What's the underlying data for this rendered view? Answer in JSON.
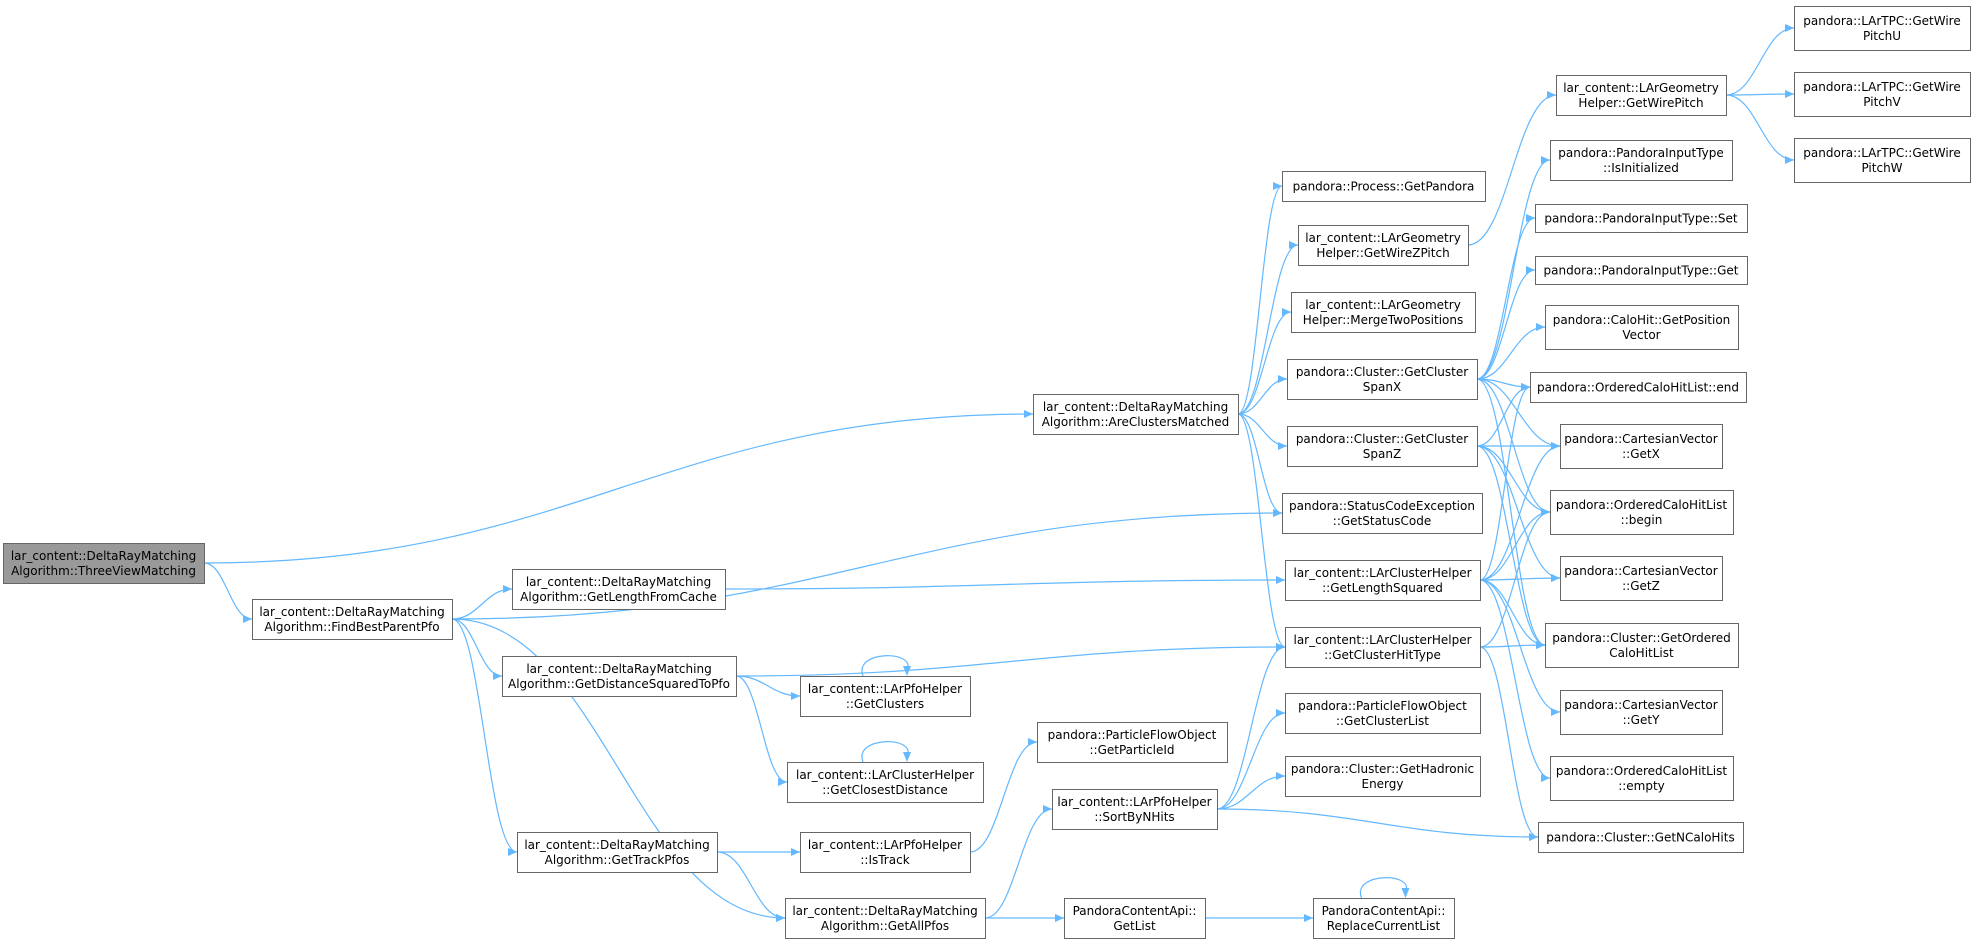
{
  "graph": {
    "title": "",
    "nodes": [
      {
        "id": "n_threeview",
        "lines": [
          "lar_content::DeltaRayMatching",
          "Algorithm::ThreeViewMatching"
        ],
        "root": true
      },
      {
        "id": "n_arematched",
        "lines": [
          "lar_content::DeltaRayMatching",
          "Algorithm::AreClustersMatched"
        ]
      },
      {
        "id": "n_findbest",
        "lines": [
          "lar_content::DeltaRayMatching",
          "Algorithm::FindBestParentPfo"
        ]
      },
      {
        "id": "n_lencache",
        "lines": [
          "lar_content::DeltaRayMatching",
          "Algorithm::GetLengthFromCache"
        ]
      },
      {
        "id": "n_distsq",
        "lines": [
          "lar_content::DeltaRayMatching",
          "Algorithm::GetDistanceSquaredToPfo"
        ]
      },
      {
        "id": "n_trackpfos",
        "lines": [
          "lar_content::DeltaRayMatching",
          "Algorithm::GetTrackPfos"
        ]
      },
      {
        "id": "n_allpfos",
        "lines": [
          "lar_content::DeltaRayMatching",
          "Algorithm::GetAllPfos"
        ]
      },
      {
        "id": "n_pfoclusters",
        "lines": [
          "lar_content::LArPfoHelper",
          "::GetClusters"
        ]
      },
      {
        "id": "n_closest",
        "lines": [
          "lar_content::LArClusterHelper",
          "::GetClosestDistance"
        ]
      },
      {
        "id": "n_istrack",
        "lines": [
          "lar_content::LArPfoHelper",
          "::IsTrack"
        ]
      },
      {
        "id": "n_getpandora",
        "lines": [
          "pandora::Process::GetPandora"
        ]
      },
      {
        "id": "n_wirezpitch",
        "lines": [
          "lar_content::LArGeometry",
          "Helper::GetWireZPitch"
        ]
      },
      {
        "id": "n_mergetwo",
        "lines": [
          "lar_content::LArGeometry",
          "Helper::MergeTwoPositions"
        ]
      },
      {
        "id": "n_spanx",
        "lines": [
          "pandora::Cluster::GetCluster",
          "SpanX"
        ]
      },
      {
        "id": "n_spanz",
        "lines": [
          "pandora::Cluster::GetCluster",
          "SpanZ"
        ]
      },
      {
        "id": "n_statuscode",
        "lines": [
          "pandora::StatusCodeException",
          "::GetStatusCode"
        ]
      },
      {
        "id": "n_lensq",
        "lines": [
          "lar_content::LArClusterHelper",
          "::GetLengthSquared"
        ]
      },
      {
        "id": "n_hittype",
        "lines": [
          "lar_content::LArClusterHelper",
          "::GetClusterHitType"
        ]
      },
      {
        "id": "n_particleid",
        "lines": [
          "pandora::ParticleFlowObject",
          "::GetParticleId"
        ]
      },
      {
        "id": "n_sortbyn",
        "lines": [
          "lar_content::LArPfoHelper",
          "::SortByNHits"
        ]
      },
      {
        "id": "n_pfoclusterlist",
        "lines": [
          "pandora::ParticleFlowObject",
          "::GetClusterList"
        ]
      },
      {
        "id": "n_hadronic",
        "lines": [
          "pandora::Cluster::GetHadronic",
          "Energy"
        ]
      },
      {
        "id": "n_getlist",
        "lines": [
          "PandoraContentApi::",
          "GetList"
        ]
      },
      {
        "id": "n_replacelist",
        "lines": [
          "PandoraContentApi::",
          "ReplaceCurrentList"
        ]
      },
      {
        "id": "n_wirepitch",
        "lines": [
          "lar_content::LArGeometry",
          "Helper::GetWirePitch"
        ]
      },
      {
        "id": "n_isinit",
        "lines": [
          "pandora::PandoraInputType",
          "::IsInitialized"
        ]
      },
      {
        "id": "n_inputset",
        "lines": [
          "pandora::PandoraInputType::Set"
        ]
      },
      {
        "id": "n_inputget",
        "lines": [
          "pandora::PandoraInputType::Get"
        ]
      },
      {
        "id": "n_posvec",
        "lines": [
          "pandora::CaloHit::GetPosition",
          "Vector"
        ]
      },
      {
        "id": "n_ochend",
        "lines": [
          "pandora::OrderedCaloHitList::end"
        ]
      },
      {
        "id": "n_getx",
        "lines": [
          "pandora::CartesianVector",
          "::GetX"
        ]
      },
      {
        "id": "n_ochbegin",
        "lines": [
          "pandora::OrderedCaloHitList",
          "::begin"
        ]
      },
      {
        "id": "n_getz",
        "lines": [
          "pandora::CartesianVector",
          "::GetZ"
        ]
      },
      {
        "id": "n_orderedlist",
        "lines": [
          "pandora::Cluster::GetOrdered",
          "CaloHitList"
        ]
      },
      {
        "id": "n_gety",
        "lines": [
          "pandora::CartesianVector",
          "::GetY"
        ]
      },
      {
        "id": "n_ochempty",
        "lines": [
          "pandora::OrderedCaloHitList",
          "::empty"
        ]
      },
      {
        "id": "n_ncalohits",
        "lines": [
          "pandora::Cluster::GetNCaloHits"
        ]
      },
      {
        "id": "n_pitchu",
        "lines": [
          "pandora::LArTPC::GetWire",
          "PitchU"
        ]
      },
      {
        "id": "n_pitchv",
        "lines": [
          "pandora::LArTPC::GetWire",
          "PitchV"
        ]
      },
      {
        "id": "n_pitchw",
        "lines": [
          "pandora::LArTPC::GetWire",
          "PitchW"
        ]
      }
    ],
    "edges": [
      [
        "n_threeview",
        "n_arematched"
      ],
      [
        "n_threeview",
        "n_findbest"
      ],
      [
        "n_findbest",
        "n_statuscode"
      ],
      [
        "n_findbest",
        "n_lencache"
      ],
      [
        "n_findbest",
        "n_distsq"
      ],
      [
        "n_findbest",
        "n_trackpfos"
      ],
      [
        "n_findbest",
        "n_allpfos"
      ],
      [
        "n_lencache",
        "n_lensq"
      ],
      [
        "n_distsq",
        "n_hittype"
      ],
      [
        "n_distsq",
        "n_pfoclusters"
      ],
      [
        "n_distsq",
        "n_closest"
      ],
      [
        "n_pfoclusters",
        "n_pfoclusters"
      ],
      [
        "n_closest",
        "n_closest"
      ],
      [
        "n_trackpfos",
        "n_istrack"
      ],
      [
        "n_trackpfos",
        "n_allpfos"
      ],
      [
        "n_istrack",
        "n_particleid"
      ],
      [
        "n_allpfos",
        "n_sortbyn"
      ],
      [
        "n_allpfos",
        "n_getlist"
      ],
      [
        "n_getlist",
        "n_replacelist"
      ],
      [
        "n_replacelist",
        "n_replacelist"
      ],
      [
        "n_arematched",
        "n_getpandora"
      ],
      [
        "n_arematched",
        "n_wirezpitch"
      ],
      [
        "n_arematched",
        "n_mergetwo"
      ],
      [
        "n_arematched",
        "n_spanx"
      ],
      [
        "n_arematched",
        "n_spanz"
      ],
      [
        "n_arematched",
        "n_statuscode"
      ],
      [
        "n_arematched",
        "n_hittype"
      ],
      [
        "n_wirezpitch",
        "n_wirepitch"
      ],
      [
        "n_wirepitch",
        "n_pitchu"
      ],
      [
        "n_wirepitch",
        "n_pitchv"
      ],
      [
        "n_wirepitch",
        "n_pitchw"
      ],
      [
        "n_spanx",
        "n_isinit"
      ],
      [
        "n_spanx",
        "n_inputset"
      ],
      [
        "n_spanx",
        "n_inputget"
      ],
      [
        "n_spanx",
        "n_posvec"
      ],
      [
        "n_spanx",
        "n_ochend"
      ],
      [
        "n_spanx",
        "n_getx"
      ],
      [
        "n_spanx",
        "n_ochbegin"
      ],
      [
        "n_spanx",
        "n_orderedlist"
      ],
      [
        "n_spanz",
        "n_ochend"
      ],
      [
        "n_spanz",
        "n_getx"
      ],
      [
        "n_spanz",
        "n_ochbegin"
      ],
      [
        "n_spanz",
        "n_getz"
      ],
      [
        "n_spanz",
        "n_orderedlist"
      ],
      [
        "n_lensq",
        "n_ochend"
      ],
      [
        "n_lensq",
        "n_getx"
      ],
      [
        "n_lensq",
        "n_ochbegin"
      ],
      [
        "n_lensq",
        "n_getz"
      ],
      [
        "n_lensq",
        "n_orderedlist"
      ],
      [
        "n_lensq",
        "n_gety"
      ],
      [
        "n_lensq",
        "n_ochempty"
      ],
      [
        "n_hittype",
        "n_orderedlist"
      ],
      [
        "n_hittype",
        "n_ochbegin"
      ],
      [
        "n_hittype",
        "n_ncalohits"
      ],
      [
        "n_sortbyn",
        "n_hittype"
      ],
      [
        "n_sortbyn",
        "n_pfoclusterlist"
      ],
      [
        "n_sortbyn",
        "n_hadronic"
      ],
      [
        "n_sortbyn",
        "n_ncalohits"
      ]
    ]
  }
}
